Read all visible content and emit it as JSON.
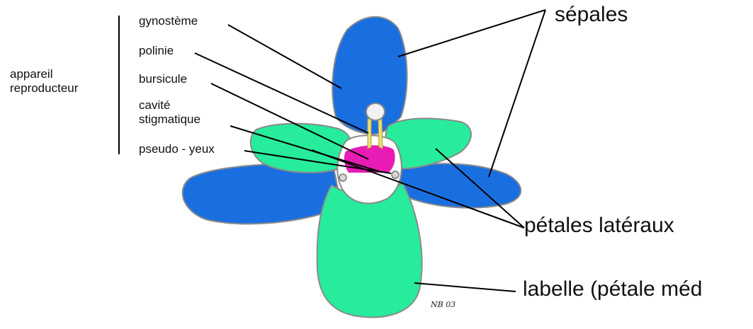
{
  "labels": {
    "sepales": "sépales",
    "petales_lateraux": "pétales latéraux",
    "labelle": "labelle (pétale méd",
    "gynosteme": "gynostème",
    "polinie": "polinie",
    "bursicule": "bursicule",
    "cavite_line1": "cavité",
    "cavite_line2": "stigmatique",
    "pseudo_yeux": "pseudo - yeux",
    "appareil_line1": "appareil",
    "appareil_line2": "reproducteur"
  },
  "signature": "NB 03",
  "colors": {
    "sepal": "#1a6fe0",
    "petal": "#27ec9c",
    "bursicule": "#e81bb5",
    "pollinia": "#e8e070",
    "outline": "#8a8a8a",
    "leader": "#000000"
  }
}
